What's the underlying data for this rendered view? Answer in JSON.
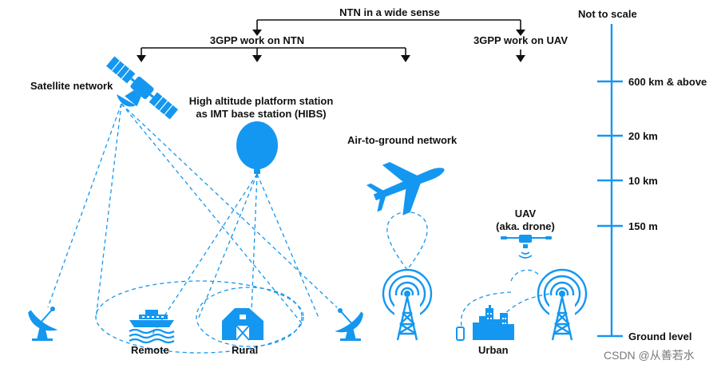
{
  "header": {
    "ntn_wide": "NTN in a wide sense",
    "work_ntn": "3GPP work on NTN",
    "work_uav": "3GPP work on UAV"
  },
  "scale": {
    "title": "Not to scale",
    "ticks": [
      "600 km & above",
      "20 km",
      "10 km",
      "150 m",
      "Ground level"
    ]
  },
  "labels": {
    "satellite": "Satellite network",
    "hibs_line1": "High altitude platform station",
    "hibs_line2": "as IMT base station (HIBS)",
    "air_to_ground": "Air-to-ground network",
    "uav_line1": "UAV",
    "uav_line2": "(aka. drone)",
    "remote": "Remote",
    "rural": "Rural",
    "urban": "Urban"
  },
  "watermark": "CSDN @从善若水",
  "colors": {
    "accent": "#1497f0",
    "text": "#111111",
    "watermark": "#7a7a7a"
  }
}
